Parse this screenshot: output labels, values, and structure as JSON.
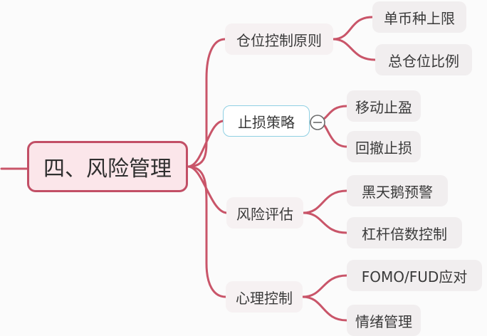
{
  "root": {
    "label": "四、风险管理"
  },
  "branches": [
    {
      "label": "仓位控制原则",
      "children": [
        "单币种上限",
        "总仓位比例"
      ]
    },
    {
      "label": "止损策略",
      "children": [
        "移动止盈",
        "回撤止损"
      ],
      "collapse_toggle": "minus-circle-icon"
    },
    {
      "label": "风险评估",
      "children": [
        "黑天鹅预警",
        "杠杆倍数控制"
      ]
    },
    {
      "label": "心理控制",
      "children": [
        "FOMO/FUD应对",
        "情绪管理"
      ]
    }
  ],
  "colors": {
    "line": "#c95569",
    "root_border": "#c24f66",
    "root_fill": "#fbe6ea",
    "selected_border": "#8fd0e3"
  }
}
